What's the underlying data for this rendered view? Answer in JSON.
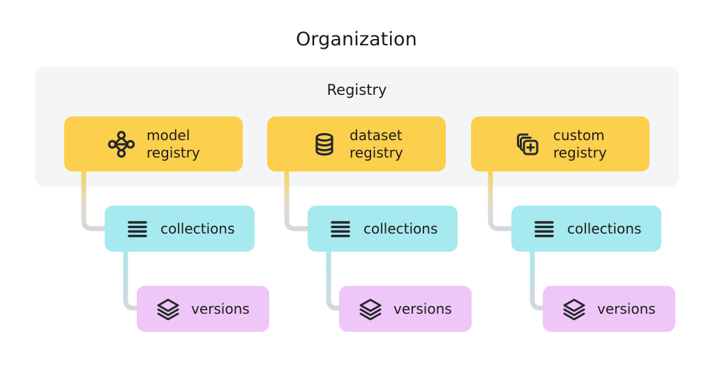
{
  "page": {
    "title": "Organization",
    "background": "#ffffff"
  },
  "registry_group": {
    "title": "Registry",
    "background": "#f4f5f7"
  },
  "colors": {
    "registry_card": "#FCCF4D",
    "collections_card": "#A6E9EE",
    "versions_card": "#EFC6F8",
    "group_background": "#f4f5f7",
    "text": "#1c1c1c",
    "icon": "#25272c",
    "connector_gray": "#d5d8dc"
  },
  "columns": [
    {
      "registry": {
        "label": "model\nregistry",
        "icon": "node-network-icon"
      },
      "collections": {
        "label": "collections",
        "icon": "list-lines-icon"
      },
      "versions": {
        "label": "versions",
        "icon": "layers-stack-icon"
      }
    },
    {
      "registry": {
        "label": "dataset\nregistry",
        "icon": "database-cylinder-icon"
      },
      "collections": {
        "label": "collections",
        "icon": "list-lines-icon"
      },
      "versions": {
        "label": "versions",
        "icon": "layers-stack-icon"
      }
    },
    {
      "registry": {
        "label": "custom\nregistry",
        "icon": "stacked-squares-plus-icon"
      },
      "collections": {
        "label": "collections",
        "icon": "list-lines-icon"
      },
      "versions": {
        "label": "versions",
        "icon": "layers-stack-icon"
      }
    }
  ]
}
